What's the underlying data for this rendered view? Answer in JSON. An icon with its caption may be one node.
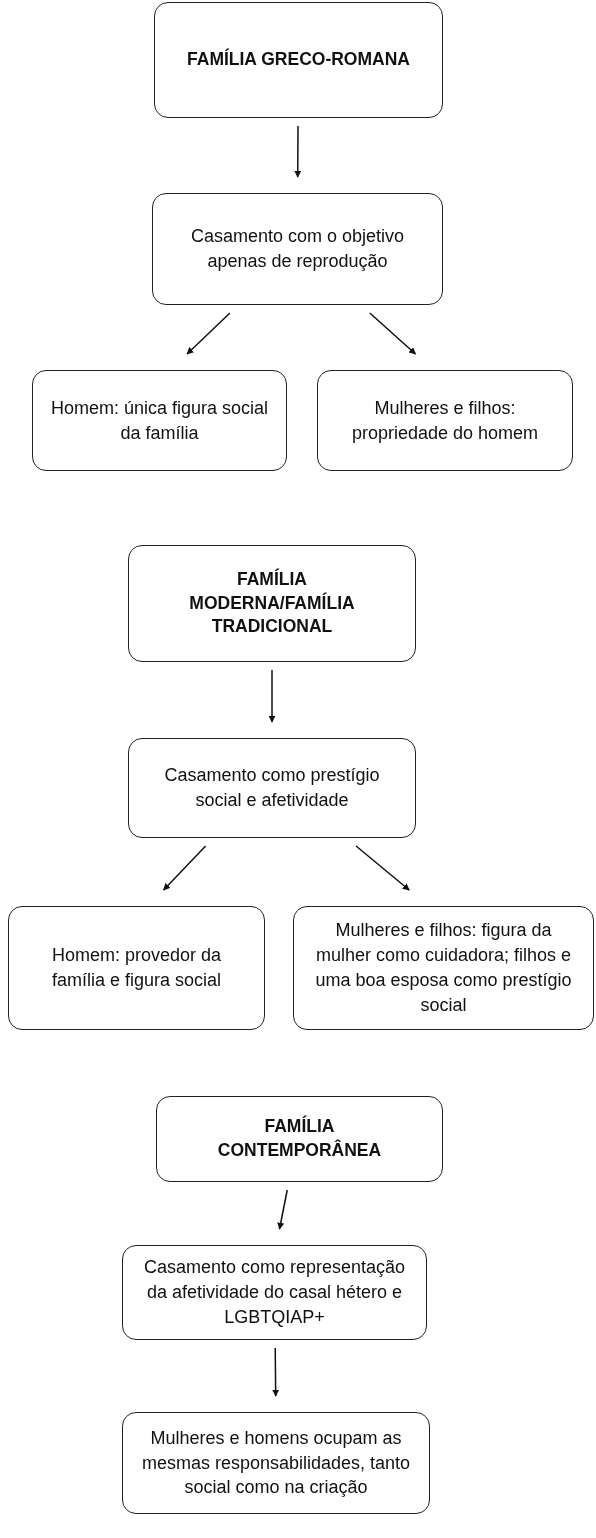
{
  "diagram": {
    "nodes": [
      {
        "text": [
          "FAMÍLIA GRECO-ROMANA"
        ]
      },
      {
        "text": [
          "Casamento com o objetivo apenas de reprodução"
        ]
      },
      {
        "text": [
          "Homem: única figura social da família"
        ]
      },
      {
        "text": [
          "Mulheres e filhos: propriedade do homem"
        ]
      },
      {
        "text": [
          "FAMÍLIA MODERNA/FAMÍLIA TRADICIONAL"
        ]
      },
      {
        "text": [
          "Casamento como prestígio social e afetividade"
        ]
      },
      {
        "text": [
          "Homem: provedor da família e figura social"
        ]
      },
      {
        "text": [
          "Mulheres e filhos: figura da mulher como cuidadora; filhos e uma boa esposa como prestígio social"
        ]
      },
      {
        "text": [
          "FAMÍLIA CONTEMPORÂNEA"
        ]
      },
      {
        "text": [
          "Casamento como representação da afetividade do casal hétero e LGBTQIAP+"
        ]
      },
      {
        "text": [
          "Mulheres e homens ocupam as mesmas responsabilidades, tanto social como na criação"
        ]
      }
    ],
    "edges": [
      {
        "from": 0,
        "to": 1,
        "arrow": "to"
      },
      {
        "from": 1,
        "to": 2,
        "arrow": "to"
      },
      {
        "from": 1,
        "to": 3,
        "arrow": "to"
      },
      {
        "from": 4,
        "to": 5,
        "arrow": "to"
      },
      {
        "from": 5,
        "to": 6,
        "arrow": "to"
      },
      {
        "from": 5,
        "to": 7,
        "arrow": "to"
      },
      {
        "from": 8,
        "to": 9,
        "arrow": "to"
      },
      {
        "from": 9,
        "to": 10,
        "arrow": "to"
      }
    ]
  }
}
